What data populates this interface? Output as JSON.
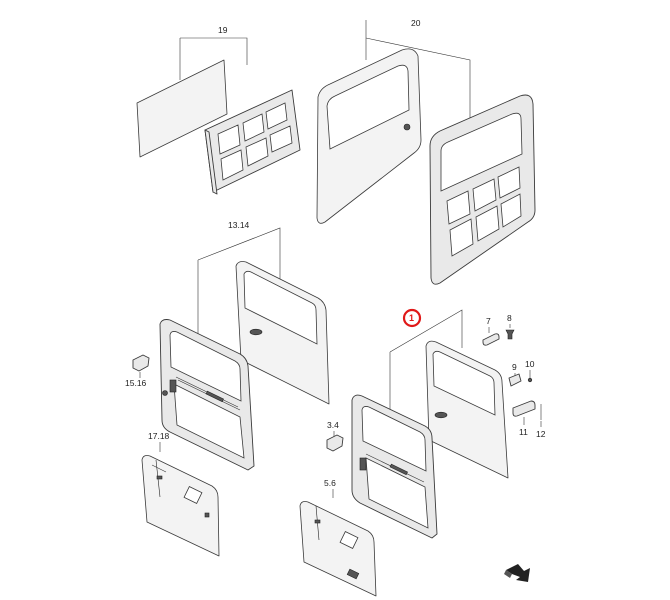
{
  "labels": {
    "p19": "19",
    "p20": "20",
    "p1314": "13.14",
    "p1": "1",
    "p7": "7",
    "p8": "8",
    "p9": "9",
    "p10": "10",
    "p11": "11",
    "p12": "12",
    "p1516": "15.16",
    "p34": "3.4",
    "p1718": "17.18",
    "p56": "5.6"
  },
  "colors": {
    "callout": "#e01818"
  },
  "icons": {
    "front_arrow": "front-direction-arrow-icon"
  }
}
